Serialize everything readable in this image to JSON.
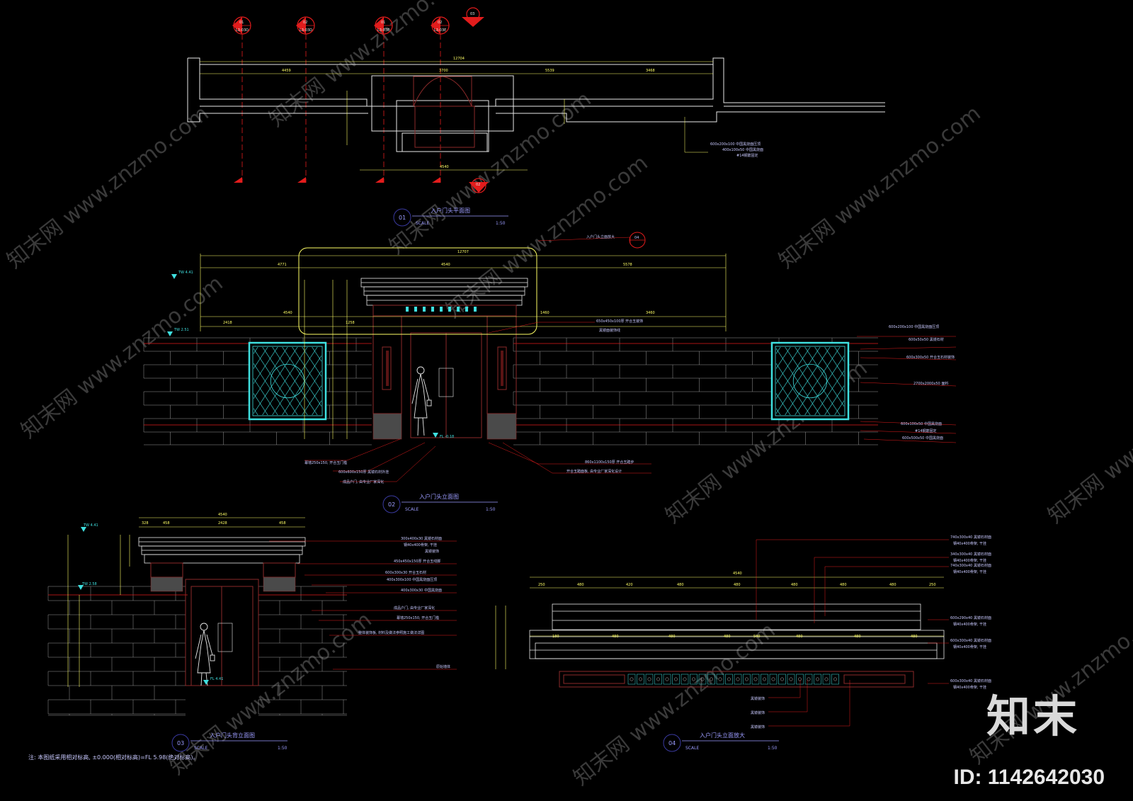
{
  "drawings": [
    {
      "number": "01",
      "title": "入户门头平面图",
      "scale_word": "SCALE",
      "scale": "1:50"
    },
    {
      "number": "02",
      "title": "入户门头立面图",
      "scale_word": "SCALE",
      "scale": "1:50"
    },
    {
      "number": "03",
      "title": "入户门头背立面图",
      "scale_word": "SCALE",
      "scale": "1:50"
    },
    {
      "number": "04",
      "title": "入户门头立面放大",
      "scale_word": "SCALE",
      "scale": "1:50"
    }
  ],
  "section_markers": [
    {
      "num": "01",
      "ref": "L3-03D"
    },
    {
      "num": "02",
      "ref": "L3-03D"
    },
    {
      "num": "01",
      "ref": "L3-03E"
    },
    {
      "num": "02",
      "ref": "L3-03E"
    }
  ],
  "plan": {
    "dims_top": [
      "12704"
    ],
    "dims_row": [
      "4459",
      "3700",
      "5539",
      "3468"
    ],
    "dim_bottom": "4540",
    "callouts": [
      "600x200x100 中国黑烧面压顶",
      "400x100x50 中国黑烧面",
      "#14钢筋固定"
    ]
  },
  "elevation": {
    "dims_top": [
      "12707"
    ],
    "dims_row": [
      "4771",
      "4540",
      "5578"
    ],
    "dims_row2": [
      "4540",
      "2418",
      "1258",
      "1460",
      "3460"
    ],
    "level_tags": [
      "TW 4.41",
      "TW 2.51",
      "FL -0.18"
    ],
    "callouts_left": [
      "幕墙250x150, 开合玉门槛",
      "600x600x150厚 黑镜石材外挂",
      "成品户门, 由专业厂家深化"
    ],
    "callouts_mid": [
      "860x1100x150厚 开合玉踏步",
      "开合玉踏面板, 由专业厂家深化设计"
    ],
    "callouts_right": [
      "600x200x100 中国黑烧面压顶",
      "600x50x50 黑镜石材",
      "600x300x50 开合玉石材装饰",
      "2700x2000x50 面料",
      "600x100x50 中国黑烧面",
      "#14钢筋固定",
      "600x500x50 中国黑烧面"
    ],
    "callout_top": [
      "入户门头立面放大",
      "04"
    ],
    "callout_door": [
      "650x450x100厚 开合玉装饰",
      "黑镜面装饰线"
    ]
  },
  "back_elevation": {
    "dims_top": [
      "4540"
    ],
    "dims_row": [
      "328",
      "458",
      "2428",
      "458"
    ],
    "level_tags": [
      "TW 4.41",
      "TW 2.58",
      "FL 4.41"
    ],
    "callouts": [
      "300x400x30 黑镜石材面",
      "钢40x400骨架, 干挂",
      "黑镜装饰",
      "450x450x150厚 开合玉线脚",
      "600x300x30 开合玉石材",
      "400x300x100 中国黑烧面压顶",
      "400x300x30 中国黑烧面",
      "成品户门, 由专业厂家深化",
      "幕墙250x150, 开合玉门槛",
      "整体装饰板, 材料及做法参照施工做法详图",
      "原始墙体"
    ]
  },
  "detail": {
    "dims_top": [
      "4540"
    ],
    "dims_row": [
      "250",
      "480",
      "420",
      "480",
      "480",
      "480",
      "480",
      "480",
      "250"
    ],
    "dims_row2": [
      "180",
      "480",
      "480",
      "480",
      "540",
      "480",
      "480",
      "480"
    ],
    "callouts": [
      "740x300x40 黑镜石材面",
      "钢40x400骨架, 干挂",
      "340x300x40 黑镜石材面",
      "钢40x400骨架, 干挂",
      "740x300x40 黑镜石材面",
      "钢40x400骨架, 干挂",
      "600x290x40 黑镜石材面",
      "钢40x400骨架, 干挂",
      "600x300x40 黑镜石材面",
      "钢40x400骨架, 干挂",
      "600x300x40 黑镜石材面",
      "钢40x400骨架, 干挂"
    ],
    "bottom_callouts": [
      "黑镜装饰",
      "黑镜装饰",
      "黑镜装饰"
    ]
  },
  "footer_note": "注: 本图纸采用相对标高, ±0.000(相对标高)=FL 5.98(绝对标高)。",
  "watermark_texts": [
    "知末网 www.znzmo.com"
  ],
  "brand": "知末",
  "id_label": "ID: 1142642030",
  "colors": {
    "background": "#000000",
    "wall_lines": "#e8e8e8",
    "dim_lines": "#ffff66",
    "red_accent": "#e21c1c",
    "cyan": "#3fe0e0",
    "blue_label": "#9c9cff",
    "brick_red": "#8b2a2a"
  }
}
